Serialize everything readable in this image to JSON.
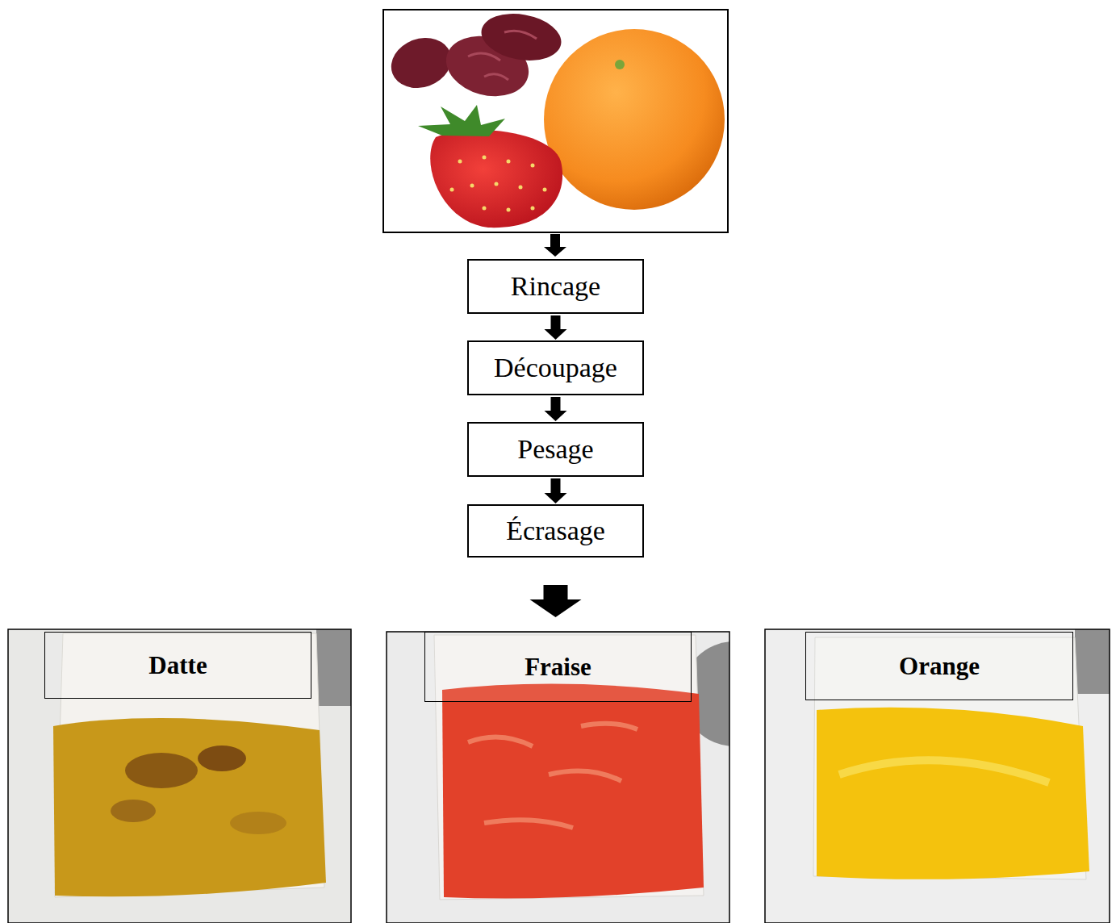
{
  "diagram": {
    "nodes": [
      {
        "text": [
          "Rincage"
        ]
      },
      {
        "text": [
          "Découpage"
        ]
      },
      {
        "text": [
          "Pesage"
        ]
      },
      {
        "text": [
          "Écrasage"
        ]
      },
      {
        "text": [
          "Datte"
        ]
      },
      {
        "text": [
          "Fraise"
        ]
      },
      {
        "text": [
          "Orange"
        ]
      }
    ],
    "edges": [
      {
        "from": 0,
        "to": 1,
        "arrow": "to"
      },
      {
        "from": 1,
        "to": 2,
        "arrow": "to"
      },
      {
        "from": 2,
        "to": 3,
        "arrow": "to"
      },
      {
        "from": 3,
        "to": 5,
        "arrow": "to"
      }
    ]
  }
}
